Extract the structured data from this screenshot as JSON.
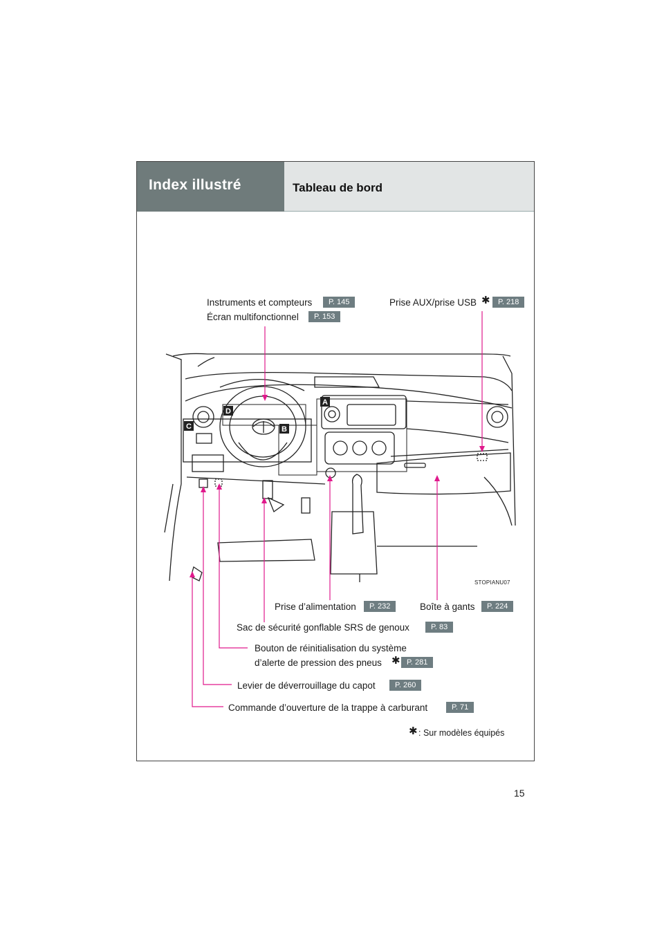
{
  "header": {
    "section_title": "Index illustré",
    "page_title": "Tableau de bord"
  },
  "callouts": {
    "instruments": {
      "label": "Instruments et compteurs",
      "ref": "P. 145"
    },
    "multi_display": {
      "label": "Écran multifonctionnel",
      "ref": "P. 153"
    },
    "aux_usb": {
      "label": "Prise AUX/prise USB",
      "ref": "P. 218"
    },
    "power_outlet": {
      "label": "Prise d’alimentation",
      "ref": "P. 232"
    },
    "glove_box": {
      "label": "Boîte à gants",
      "ref": "P. 224"
    },
    "knee_airbag": {
      "label": "Sac de sécurité gonflable SRS de genoux",
      "ref": "P. 83"
    },
    "tpms_reset": {
      "label_line1": "Bouton de réinitialisation du système",
      "label_line2": "d’alerte de pression des pneus",
      "ref": "P. 281"
    },
    "hood_lever": {
      "label": "Levier de déverrouillage du capot",
      "ref": "P. 260"
    },
    "fuel_door": {
      "label": "Commande d’ouverture de la trappe à carburant",
      "ref": "P. 71"
    }
  },
  "illustration": {
    "code": "STOPIANU07",
    "zone_labels": [
      "A",
      "B",
      "C",
      "D"
    ]
  },
  "footnote": ": Sur modèles équipés",
  "footnote_mark": "✱",
  "page_number": "15",
  "colors": {
    "header_dark": "#6f7b7b",
    "header_light": "#e2e5e5",
    "ref_badge": "#6e7d81",
    "leader_line": "#e0198c"
  }
}
